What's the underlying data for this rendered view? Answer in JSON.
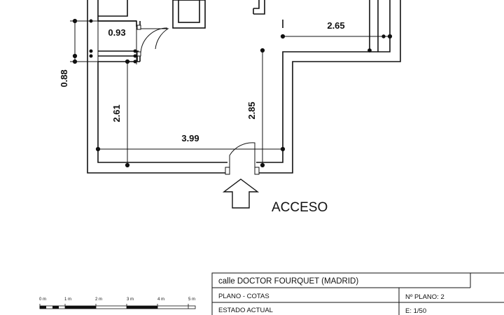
{
  "dimensions": {
    "d_093": "0.93",
    "d_265": "2.65",
    "d_088": "0.88",
    "d_261": "2.61",
    "d_285": "2.85",
    "d_399": "3.99"
  },
  "entrance_label": "ACCESO",
  "scale_bar": {
    "ticks": [
      "0 m",
      "1 m",
      "2 m",
      "3 m",
      "4 m",
      "5 m"
    ]
  },
  "title_block": {
    "address": "calle  DOCTOR FOURQUET  (MADRID)",
    "plan_type": "PLANO  -  COTAS",
    "plan_number": "Nº PLANO:  2",
    "state": "ESTADO  ACTUAL",
    "scale": "E: 1/50"
  }
}
